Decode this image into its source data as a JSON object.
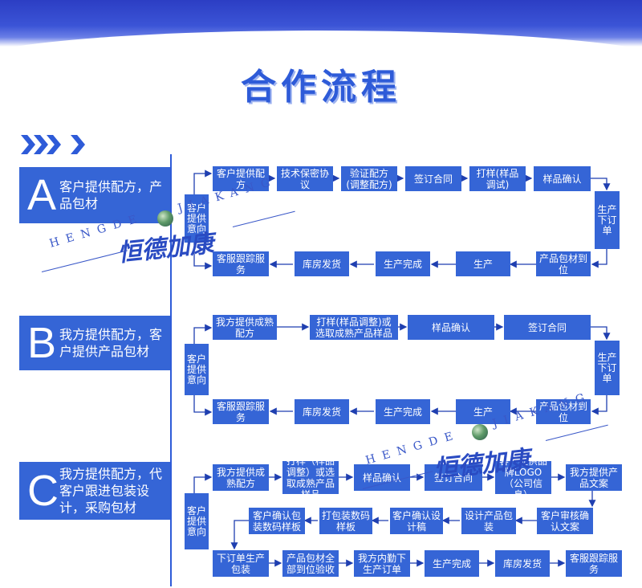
{
  "title": "合作流程",
  "sections": [
    {
      "letter": "A",
      "label": "客户提供配方，产品包材",
      "start": "客户提供意向",
      "row1": [
        "客户提供配方",
        "技术保密协议",
        "验证配方(调整配方)",
        "签订合同",
        "打样(样品调试)",
        "样品确认"
      ],
      "turn": "生产下订单",
      "row2": [
        "产品包材到位",
        "生产",
        "生产完成",
        "库房发货",
        "客服跟踪服务"
      ]
    },
    {
      "letter": "B",
      "label": "我方提供配方，客户提供产品包材",
      "start": "客户提供意向",
      "row1": [
        "我方提供成熟配方",
        "打样(样品调整)或选取成熟产品样品",
        "样品确认",
        "签订合同"
      ],
      "turn": "生产下订单",
      "row2": [
        "产品包材到位",
        "生产",
        "生产完成",
        "库房发货",
        "客服跟踪服务"
      ]
    },
    {
      "letter": "C",
      "label": "我方提供配方，代客户跟进包装设计，采购包材",
      "start": "客户提供意向",
      "row1": [
        "我方提供成熟配方",
        "打样（样品调整）或选取成熟产品样品",
        "样品确认",
        "签订合同",
        "客户提供品牌LOGO（公司信息）",
        "我方提供产品文案"
      ],
      "row2": [
        "客户审核确认文案",
        "设计产品包装",
        "客户确认设计稿",
        "打包装数码样板",
        "客户确认包装数码样板"
      ],
      "row3": [
        "下订单生产包装",
        "产品包材全部到位验收",
        "我方内勤下生产订单",
        "生产完成",
        "库房发货",
        "客服跟踪服务"
      ]
    }
  ],
  "watermarks": [
    {
      "latin": "HENGDE",
      "latin2": "JIAKANG",
      "cn": "恒德加康"
    },
    {
      "latin": "HENGDE",
      "latin2": "JIAKANG",
      "cn": "恒德加康"
    }
  ],
  "colors": {
    "primary": "#3565d6",
    "title": "#2e5bd8",
    "line": "#1f3fb0"
  }
}
